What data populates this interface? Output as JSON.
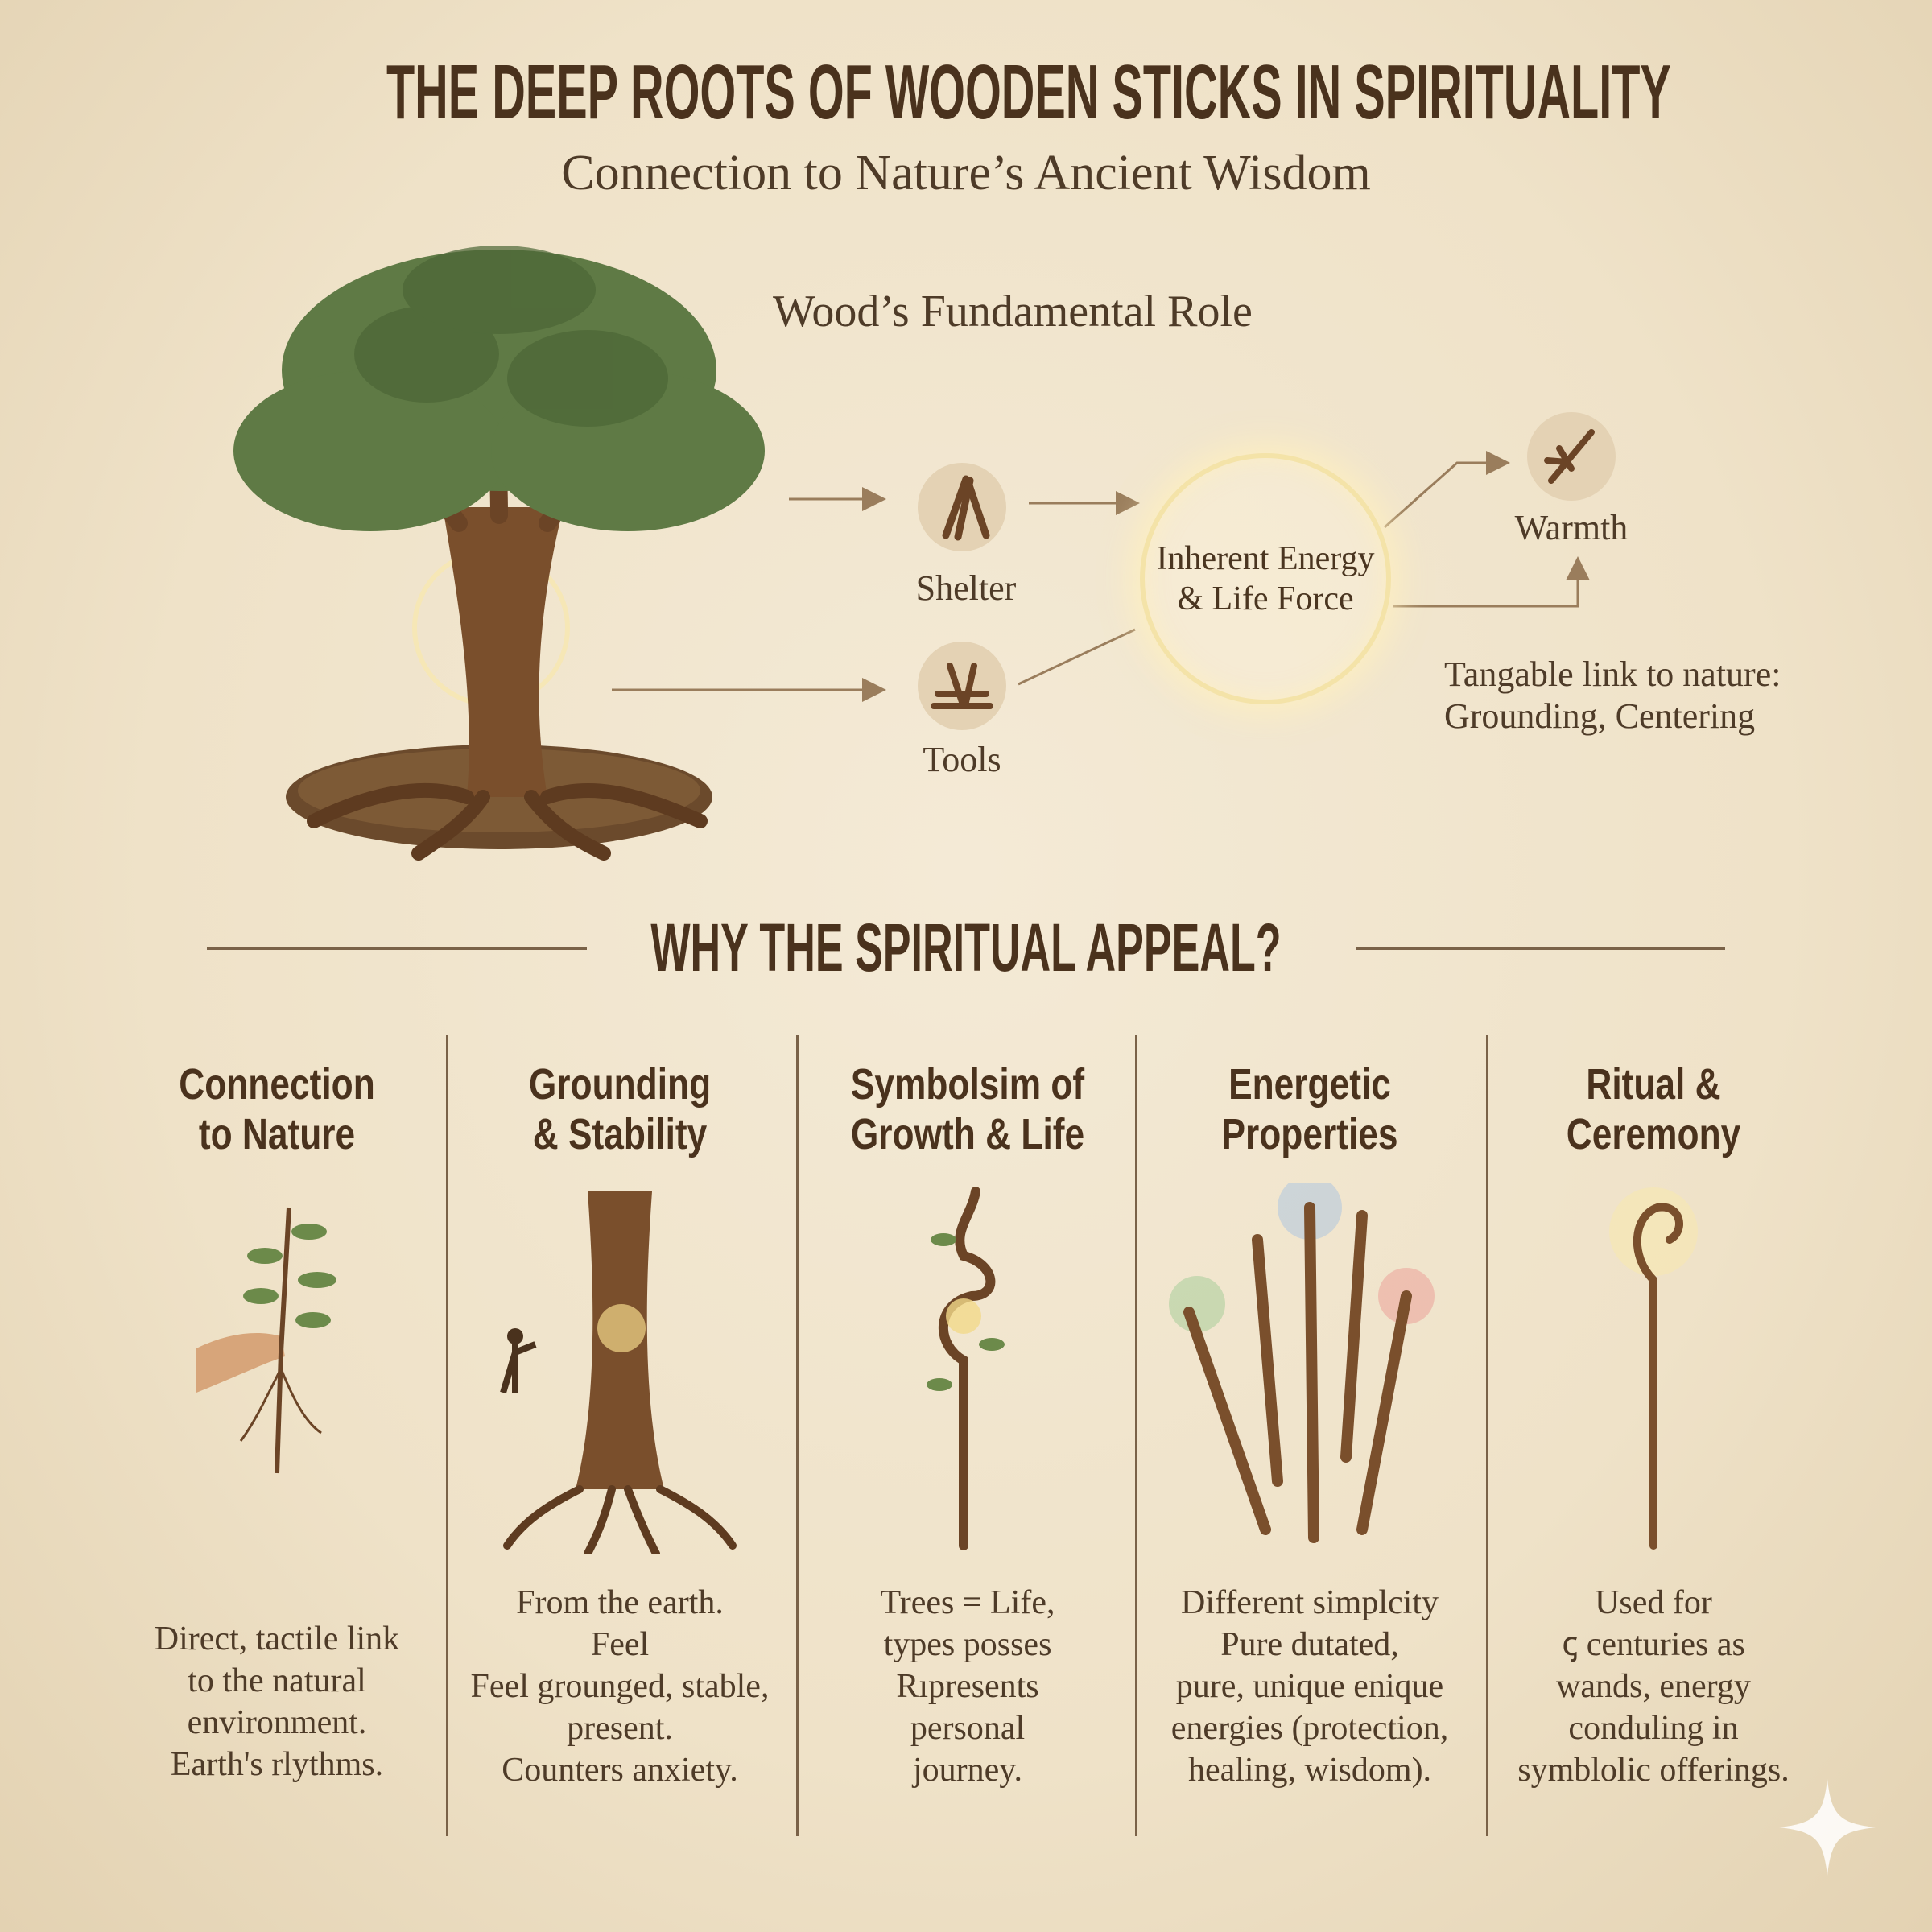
{
  "header": {
    "title": "THE DEEP ROOTS OF WOODEN STICKS IN SPIRITUALITY",
    "subtitle": "Connection to Nature’s Ancient Wisdom"
  },
  "diagram": {
    "heading": "Wood’s Fundamental Role",
    "nodes": {
      "shelter": {
        "label": "Shelter",
        "icon": "shelter-sticks-icon"
      },
      "tools": {
        "label": "Tools",
        "icon": "tools-icon"
      },
      "center_line1": "Inherent Energy",
      "center_line2": "& Life Force",
      "warmth": {
        "label": "Warmth",
        "icon": "torch-icon"
      }
    },
    "note_line1": "Tangable link to nature:",
    "note_line2": "Grounding, Centering"
  },
  "section": {
    "heading": "WHY THE SPIRITUAL APPEAL?",
    "columns": [
      {
        "title1": "Connection",
        "title2": "to Nature",
        "icon": "hand-holding-sprout-icon",
        "lines": [
          "Direct, tactile link",
          "to the natural",
          "environment.",
          "Earth's rlythms."
        ]
      },
      {
        "title1": "Grounding",
        "title2": "& Stability",
        "icon": "rooted-tree-icon",
        "lines": [
          "From the earth.",
          "Feel",
          "Feel grounged, stable,",
          "present.",
          "Counters anxiety."
        ]
      },
      {
        "title1": "Symbolsim of",
        "title2": "Growth & Life",
        "icon": "sprouting-staff-icon",
        "lines": [
          "Trees = Life,",
          "types posses",
          "Rıpresents",
          "personal",
          "journey."
        ]
      },
      {
        "title1": "Energetic",
        "title2": "Properties",
        "icon": "glowing-sticks-icon",
        "lines": [
          "Different simplcity",
          "Pure dutated,",
          "pure, unique enique",
          "energies (protection,",
          "healing, wisdom)."
        ]
      },
      {
        "title1": "Ritual &",
        "title2": "Ceremony",
        "icon": "ritual-staff-icon",
        "lines": [
          "Used for",
          "ꞔ centuries as",
          "wands, energy",
          "conduling in",
          "symblolic offerings."
        ]
      }
    ]
  },
  "colors": {
    "ink": "#4a321d",
    "paper": "#efe2c8",
    "divider": "#7a6248",
    "glow": "#f4e3a8"
  }
}
